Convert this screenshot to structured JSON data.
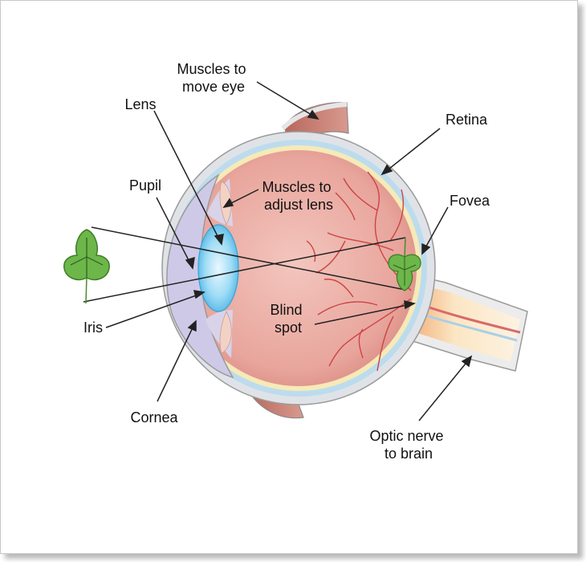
{
  "labels": {
    "muscles_move_eye": [
      "Muscles to",
      "move eye"
    ],
    "lens": "Lens",
    "retina": "Retina",
    "pupil": "Pupil",
    "muscles_adjust_lens": [
      "Muscles to",
      "adjust lens"
    ],
    "fovea": "Fovea",
    "iris": "Iris",
    "blind_spot": [
      "Blind",
      "spot"
    ],
    "cornea": "Cornea",
    "optic_nerve": [
      "Optic nerve",
      "to brain"
    ]
  },
  "colors": {
    "eyeball_interior": "#e8a59c",
    "sclera": "#d8dde2",
    "retina_layer": "#f6eab8",
    "choroid_layer": "#b9dbed",
    "lens": "#7fd0f0",
    "cornea": "#cdc6e6",
    "muscle": "#c87c70",
    "leaf": "#6db64a",
    "blood_vessel": "#cc3c3c",
    "optic_nerve": "#f7d9a8"
  }
}
